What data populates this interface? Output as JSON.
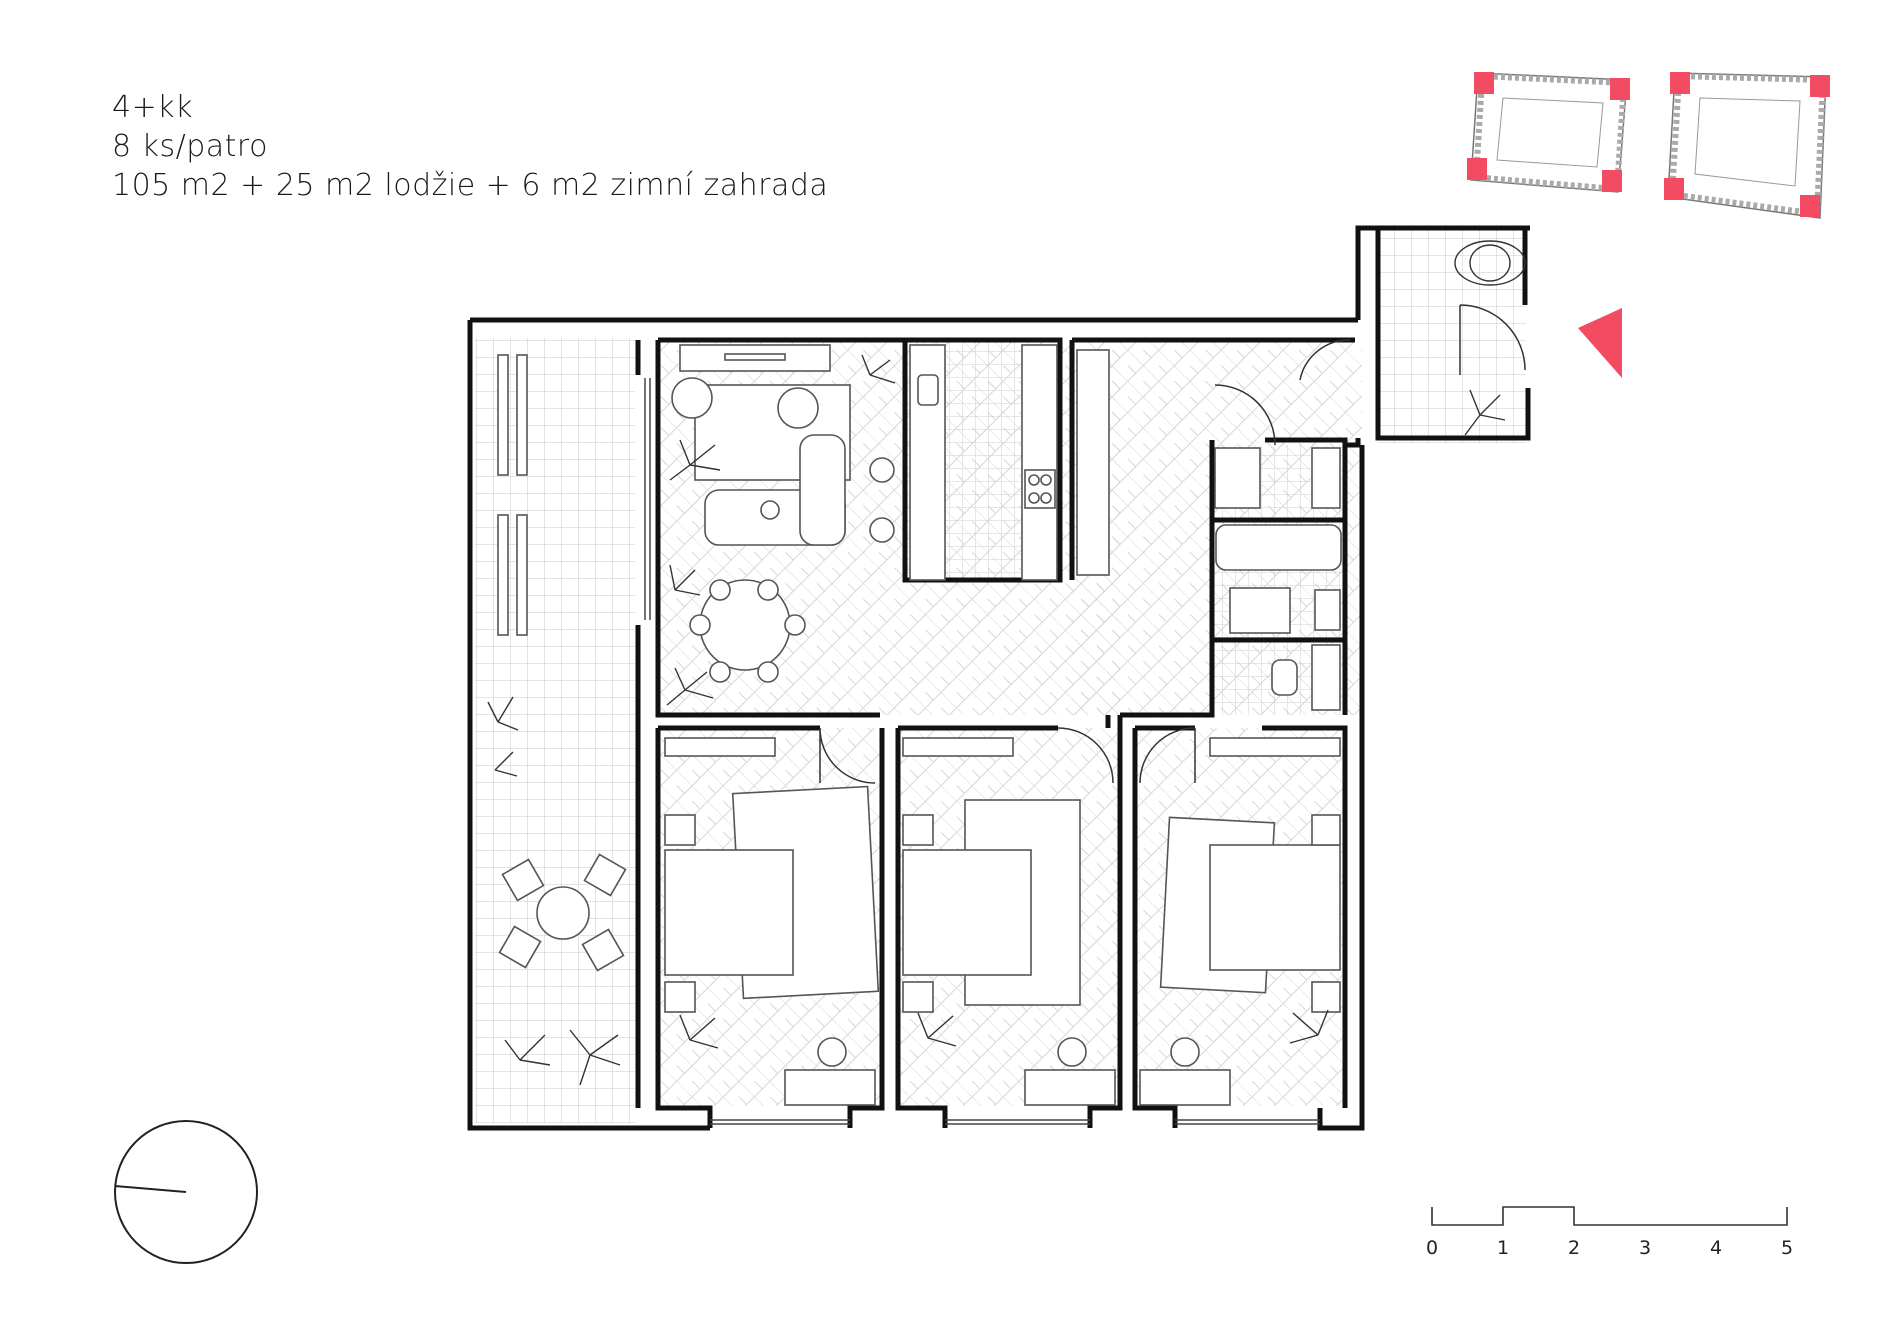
{
  "info": {
    "type": "4+kk",
    "count": "8 ks/patro",
    "area": "105 m2 + 25 m2 lodžie + 6 m2 zimní zahrada"
  },
  "scale": {
    "labels": [
      "0",
      "1",
      "2",
      "3",
      "4",
      "5"
    ]
  },
  "colors": {
    "accent": "#f24b62",
    "wall": "#111111",
    "grid": "#c9c9c9",
    "furniture": "#555555"
  },
  "icons": {
    "entrance": "entrance-arrow-icon",
    "north": "north-arrow-icon"
  }
}
